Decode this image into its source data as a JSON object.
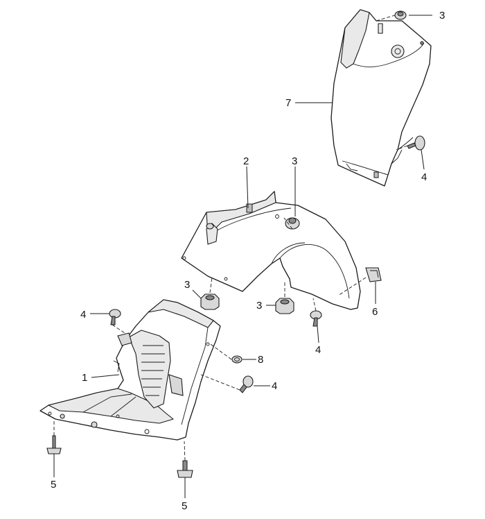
{
  "callouts": {
    "c1": "1",
    "c2": "2",
    "c3a": "3",
    "c3b": "3",
    "c3c": "3",
    "c3d": "3",
    "c4a": "4",
    "c4b": "4",
    "c4c": "4",
    "c4d": "4",
    "c5a": "5",
    "c5b": "5",
    "c6": "6",
    "c7": "7",
    "c8": "8"
  }
}
